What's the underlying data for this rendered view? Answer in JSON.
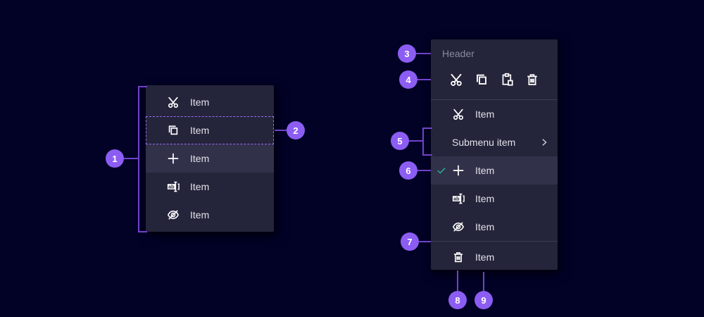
{
  "canvas": {
    "bg": "#010226"
  },
  "colors": {
    "menu_bg": "#24243a",
    "menu_highlight": "#31314a",
    "divider": "#3d3d52",
    "item_text": "#e2e2ea",
    "header_text": "#8a8a9c",
    "icon": "#ffffff",
    "badge_bg": "#8c5df2",
    "annotation_line": "#7142cc",
    "focus_dashed_border": "#9b6cf9",
    "checkmark": "#2ea597"
  },
  "left_menu": {
    "items": [
      {
        "icon": "scissors-icon",
        "label": "Item"
      },
      {
        "icon": "copy-icon",
        "label": "Item"
      },
      {
        "icon": "plus-icon",
        "label": "Item"
      },
      {
        "icon": "rename-icon",
        "label": "Item"
      },
      {
        "icon": "eye-slash-icon",
        "label": "Item"
      }
    ]
  },
  "right_menu": {
    "header": "Header",
    "toolbar": [
      {
        "icon": "scissors-icon"
      },
      {
        "icon": "copy-icon"
      },
      {
        "icon": "paste-icon"
      },
      {
        "icon": "trash-icon"
      }
    ],
    "items": [
      {
        "icon": "scissors-icon",
        "label": "Item"
      },
      {
        "icon": null,
        "label": "Submenu item",
        "has_submenu": true
      },
      {
        "icon": "plus-icon",
        "label": "Item",
        "checked": true
      },
      {
        "icon": "rename-icon",
        "label": "Item"
      },
      {
        "icon": "eye-slash-icon",
        "label": "Item"
      }
    ],
    "footer_item": {
      "icon": "trash-icon",
      "label": "Item"
    }
  },
  "badges": [
    {
      "n": "1"
    },
    {
      "n": "2"
    },
    {
      "n": "3"
    },
    {
      "n": "4"
    },
    {
      "n": "5"
    },
    {
      "n": "6"
    },
    {
      "n": "7"
    },
    {
      "n": "8"
    },
    {
      "n": "9"
    }
  ]
}
